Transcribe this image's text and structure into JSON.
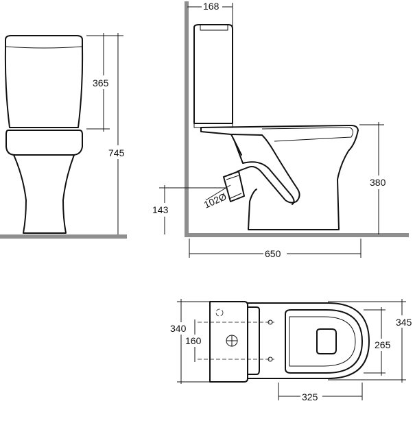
{
  "front_view": {
    "tank_height": "365",
    "total_height": "745"
  },
  "side_view": {
    "tank_depth": "168",
    "bowl_height": "380",
    "outlet_height": "143",
    "outlet_diameter": "102Ø",
    "total_length": "650"
  },
  "top_view": {
    "tank_width": "340",
    "hole_spacing": "160",
    "seat_width": "265",
    "bowl_width": "345",
    "hole_to_front": "325"
  },
  "colors": {
    "ink": "#111111",
    "floor": "#8e8e8e",
    "background": "#ffffff"
  }
}
